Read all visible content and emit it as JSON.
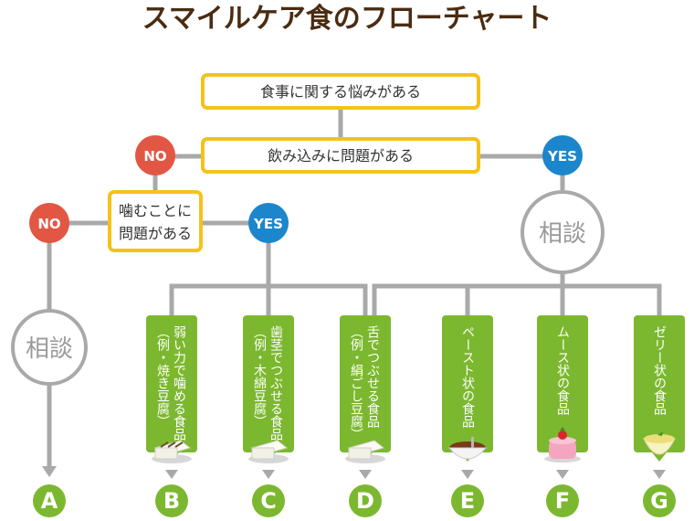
{
  "title": "スマイルケア食のフローチャート",
  "boxes": {
    "concern": "食事に関する悩みがある",
    "swallow": "飲み込みに問題がある",
    "chew_line1": "噛むことに",
    "chew_line2": "問題がある"
  },
  "answers": {
    "no": "NO",
    "yes": "YES"
  },
  "consult": "相談",
  "foods": [
    {
      "id": "B",
      "lines": [
        "弱い力で噛める食品",
        "（例・焼き豆腐）"
      ],
      "icon": "grilled-tofu-icon"
    },
    {
      "id": "C",
      "lines": [
        "歯茎でつぶせる食品",
        "（例・木綿豆腐）"
      ],
      "icon": "momen-tofu-icon"
    },
    {
      "id": "D",
      "lines": [
        "舌でつぶせる食品",
        "（例・絹ごし豆腐）"
      ],
      "icon": "silken-tofu-icon"
    },
    {
      "id": "E",
      "lines": [
        "ペースト状の食品"
      ],
      "icon": "paste-bowl-icon"
    },
    {
      "id": "F",
      "lines": [
        "ムース状の食品"
      ],
      "icon": "mousse-cake-icon"
    },
    {
      "id": "G",
      "lines": [
        "ゼリー状の食品"
      ],
      "icon": "jelly-cup-icon"
    }
  ],
  "final_a": "A",
  "colors": {
    "title": "#4a2c12",
    "box_border": "#f4c21a",
    "no": "#e15744",
    "yes": "#1b86cc",
    "line": "#a9a9a9",
    "green": "#7cb82f",
    "consult_ring": "#a9a9a9"
  }
}
